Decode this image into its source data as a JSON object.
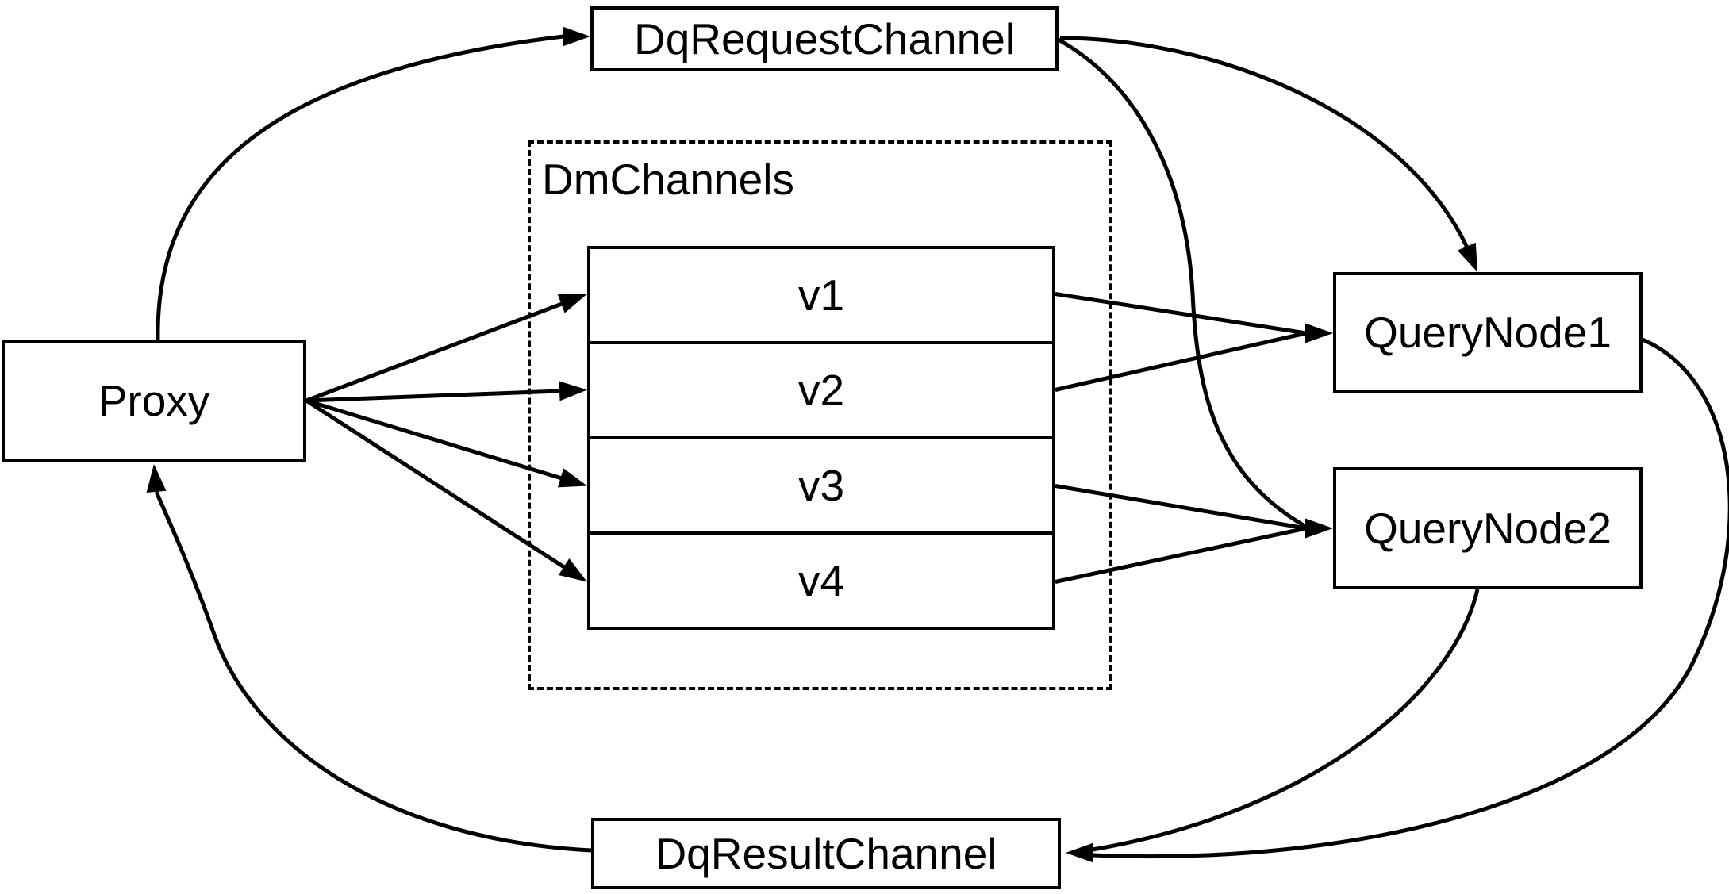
{
  "diagram": {
    "colors": {
      "background": "#ffffff",
      "stroke": "#000000",
      "node_fill": "#ffffff",
      "text": "#000000"
    },
    "nodes": {
      "proxy": {
        "label": "Proxy"
      },
      "dq_request_channel": {
        "label": "DqRequestChannel"
      },
      "dm_channels_group": {
        "label": "DmChannels"
      },
      "channels": [
        {
          "label": "v1"
        },
        {
          "label": "v2"
        },
        {
          "label": "v3"
        },
        {
          "label": "v4"
        }
      ],
      "query_node_1": {
        "label": "QueryNode1"
      },
      "query_node_2": {
        "label": "QueryNode2"
      },
      "dq_result_channel": {
        "label": "DqResultChannel"
      }
    },
    "edges": [
      {
        "from": "Proxy",
        "to": "DqRequestChannel"
      },
      {
        "from": "Proxy",
        "to": "v1"
      },
      {
        "from": "Proxy",
        "to": "v2"
      },
      {
        "from": "Proxy",
        "to": "v3"
      },
      {
        "from": "Proxy",
        "to": "v4"
      },
      {
        "from": "v1",
        "to": "QueryNode1"
      },
      {
        "from": "v2",
        "to": "QueryNode1"
      },
      {
        "from": "v3",
        "to": "QueryNode2"
      },
      {
        "from": "v4",
        "to": "QueryNode2"
      },
      {
        "from": "DqRequestChannel",
        "to": "QueryNode1"
      },
      {
        "from": "DqRequestChannel",
        "to": "QueryNode2"
      },
      {
        "from": "QueryNode1",
        "to": "DqResultChannel"
      },
      {
        "from": "QueryNode2",
        "to": "DqResultChannel"
      },
      {
        "from": "DqResultChannel",
        "to": "Proxy"
      }
    ]
  }
}
